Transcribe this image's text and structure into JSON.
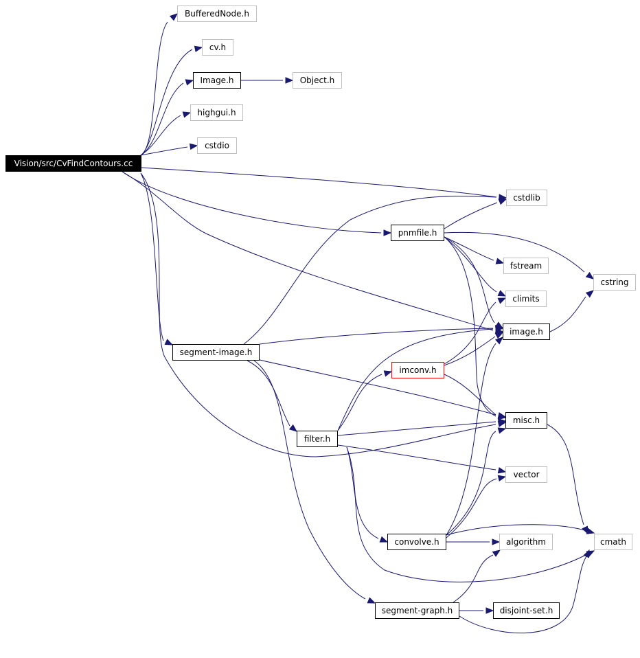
{
  "graph": {
    "colors": {
      "edge": "#191970",
      "root_bg": "#000000",
      "external_border": "#bfbfbf",
      "highlight_border": "#ff0000"
    },
    "nodes": {
      "root": "Vision/src/CvFindContours.cc",
      "bufferednode": "BufferedNode.h",
      "cv": "cv.h",
      "image_cap": "Image.h",
      "object": "Object.h",
      "highgui": "highgui.h",
      "cstdio": "cstdio",
      "cstdlib": "cstdlib",
      "pnmfile": "pnmfile.h",
      "fstream": "fstream",
      "cstring": "cstring",
      "climits": "climits",
      "image_lc": "image.h",
      "segment_image": "segment-image.h",
      "imconv": "imconv.h",
      "misc": "misc.h",
      "filter": "filter.h",
      "vector": "vector",
      "convolve": "convolve.h",
      "algorithm": "algorithm",
      "cmath": "cmath",
      "segment_graph": "segment-graph.h",
      "disjoint_set": "disjoint-set.h"
    }
  }
}
